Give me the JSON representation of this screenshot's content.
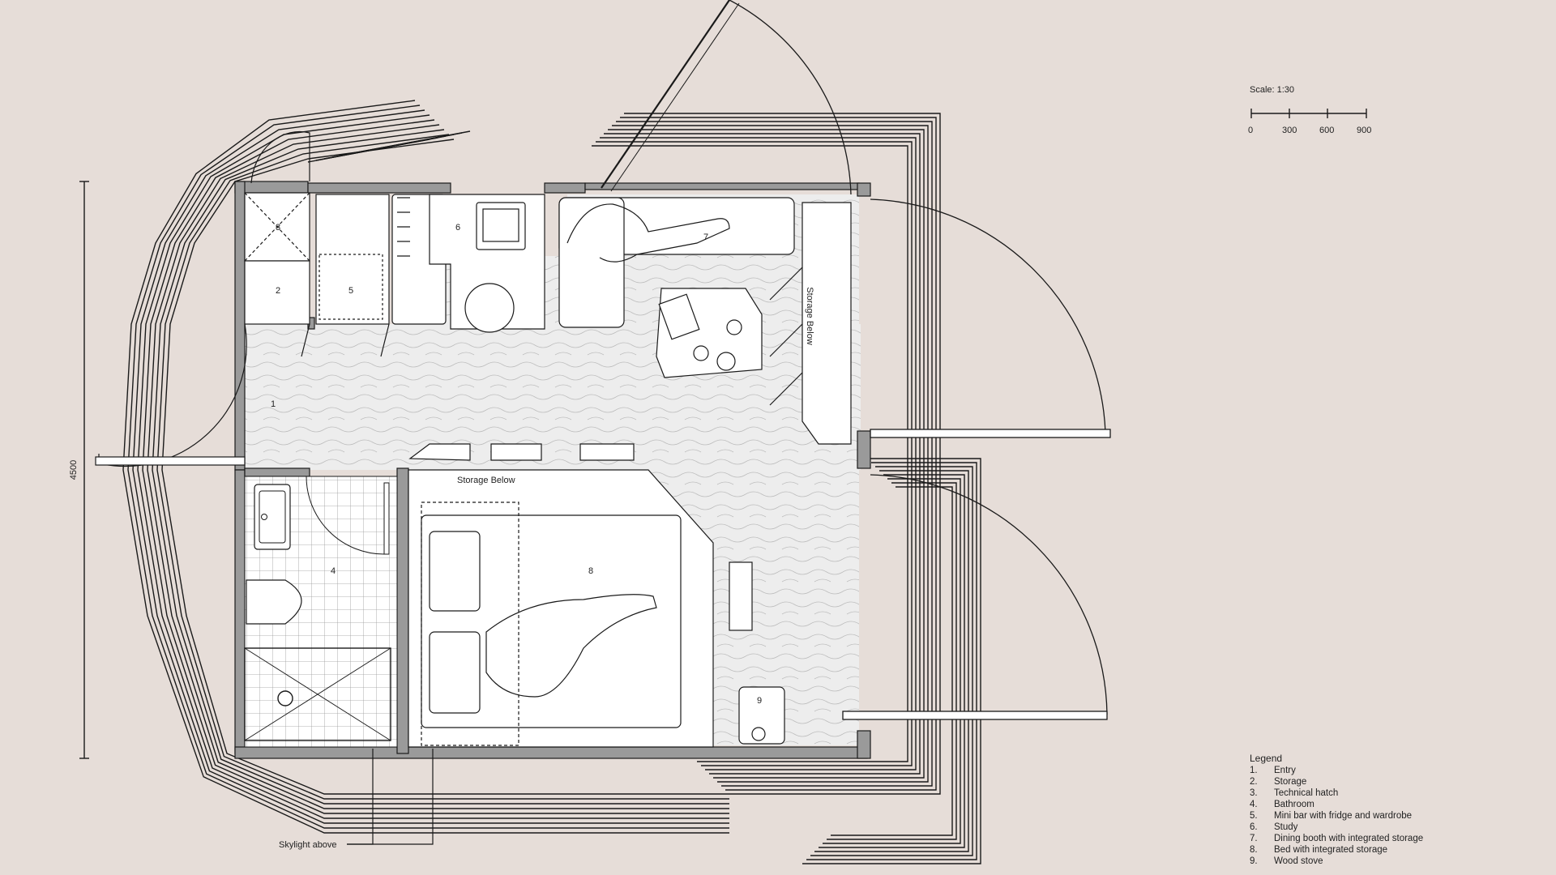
{
  "scale": {
    "title": "Scale: 1:30",
    "ticks": [
      "0",
      "300",
      "600",
      "900"
    ]
  },
  "dimension": {
    "value": "4500"
  },
  "rooms": {
    "r1": "1",
    "r2": "2",
    "r3": "3",
    "r4": "4",
    "r5": "5",
    "r6": "6",
    "r7": "7",
    "r8": "8",
    "r9": "9"
  },
  "annotations": {
    "storage_below_bed": "Storage Below",
    "storage_below_booth": "Storage Below",
    "skylight": "Skylight above"
  },
  "legend": {
    "title": "Legend",
    "items": [
      {
        "num": "1.",
        "text": "Entry"
      },
      {
        "num": "2.",
        "text": "Storage"
      },
      {
        "num": "3.",
        "text": "Technical hatch"
      },
      {
        "num": "4.",
        "text": "Bathroom"
      },
      {
        "num": "5.",
        "text": "Mini bar with fridge and wardrobe"
      },
      {
        "num": "6.",
        "text": "Study"
      },
      {
        "num": "7.",
        "text": "Dining booth with integrated storage"
      },
      {
        "num": "8.",
        "text": "Bed with integrated storage"
      },
      {
        "num": "9.",
        "text": "Wood stove"
      }
    ]
  },
  "colors": {
    "background": "#e6ddd8",
    "line": "#1a1a1a",
    "wall_fill": "#9a9a9a",
    "floor_fill": "#e7e7e7",
    "furniture_fill": "#ffffff"
  }
}
